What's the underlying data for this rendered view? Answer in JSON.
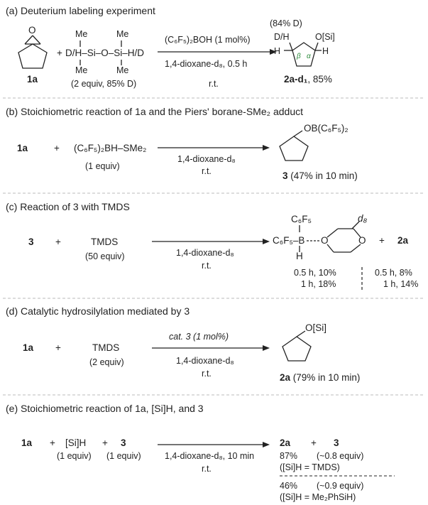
{
  "sections": {
    "a": {
      "title": "(a) Deuterium labeling experiment",
      "epoxide_O": "O",
      "reactant1": "1a",
      "plus": "+",
      "si_left": "D/H–Si–O–Si–H/D",
      "me": "Me",
      "reagent_equiv": "(2 equiv, 85% D)",
      "catalyst": "(C₆F₅)₂BOH (1 mol%)",
      "solvent": "1,4-dioxane-d₈,  0.5 h",
      "temp": "r.t.",
      "d_pct": "(84% D)",
      "dh": "D/H",
      "osi": "O[Si]",
      "h": "H",
      "beta": "β",
      "alpha": "α",
      "product": "2a-d₁",
      "yield": ", 85%"
    },
    "b": {
      "title": "(b) Stoichiometric reaction of 1a and the Piers' borane-SMe₂ adduct",
      "reactant": "1a",
      "plus": "+",
      "reagent": "(C₆F₅)₂BH–SMe₂",
      "reagent_equiv": "(1 equiv)",
      "solvent": "1,4-dioxane-d₈",
      "temp": "r.t.",
      "subst": "OB(C₆F₅)₂",
      "product": "3",
      "yield": " (47% in 10 min)"
    },
    "c": {
      "title": "(c) Reaction of 3 with TMDS",
      "reactant": "3",
      "plus": "+",
      "reagent": "TMDS",
      "reagent_equiv": "(50 equiv)",
      "solvent": "1,4-dioxane-d₈",
      "temp": "r.t.",
      "c6f5": "C₆F₅",
      "c6f5b": "C₆F₅–B",
      "h": "H",
      "o": "O",
      "d8": "d₈",
      "plus2": "+",
      "product2": "2a",
      "t1": "0.5 h, 10%",
      "t2": "1 h, 18%",
      "t3": "0.5 h,  8%",
      "t4": "1 h, 14%"
    },
    "d": {
      "title": "(d) Catalytic hydrosilylation mediated by 3",
      "reactant": "1a",
      "plus": "+",
      "reagent": "TMDS",
      "reagent_equiv": "(2 equiv)",
      "catalyst": "cat. 3 (1 mol%)",
      "solvent": "1,4-dioxane-d₈",
      "temp": "r.t.",
      "osi": "O[Si]",
      "product": "2a",
      "yield": " (79% in 10 min)"
    },
    "e": {
      "title": "(e) Stoichiometric reaction of 1a, [Si]H, and 3",
      "reactant": "1a",
      "plus": "+",
      "sih": "[Si]H",
      "sih_equiv": "(1 equiv)",
      "three": "3",
      "three_equiv": "(1 equiv)",
      "solvent": "1,4-dioxane-d₈, 10 min",
      "temp": "r.t.",
      "p1": "2a",
      "p2": "3",
      "y1": "87%",
      "e1": "(~0.8 equiv)",
      "c1": "([Si]H = TMDS)",
      "y2": "46%",
      "e2": "(~0.9 equiv)",
      "c2": "([Si]H = Me₂PhSiH)"
    }
  }
}
